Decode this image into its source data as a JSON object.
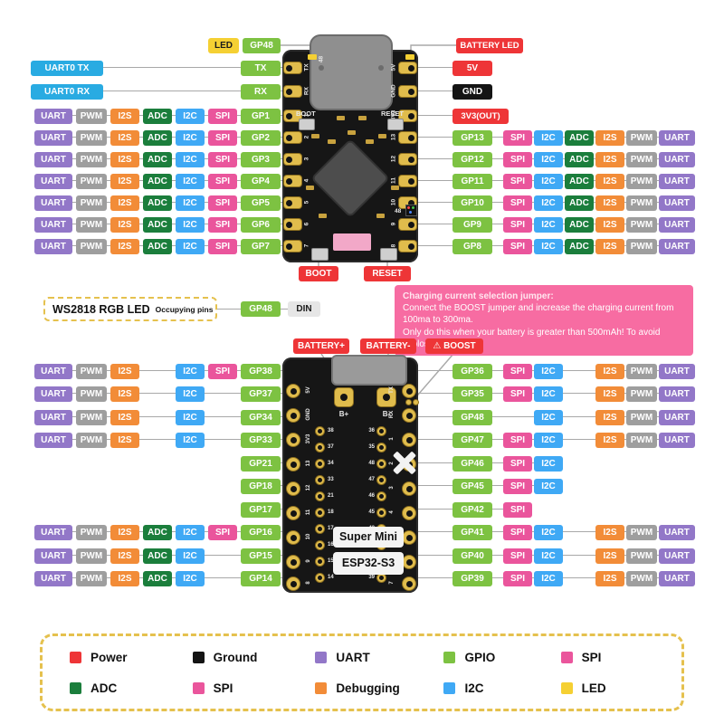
{
  "func_colors": {
    "UART": "#9277C8",
    "PWM": "#9E9E9E",
    "I2S": "#F28C38",
    "ADC": "#1B7E3C",
    "I2C": "#3FA9F5",
    "SPI": "#EA559C"
  },
  "palette": {
    "gpio": "#7DC242",
    "power": "#EE3537",
    "ground": "#141414",
    "led": "#F5D033",
    "uart0": "#29ABE2",
    "din_bg": "#E6E6E6",
    "note_bg": "#F76CA2"
  },
  "front": {
    "top_left": {
      "led": "LED",
      "gp48": "GP48"
    },
    "battery_led": "BATTERY LED",
    "left_rows": [
      {
        "special": "uart0",
        "tag": "UART0 TX",
        "pin": "TX"
      },
      {
        "special": "uart0",
        "tag": "UART0 RX",
        "pin": "RX"
      },
      {
        "pin": "GP1",
        "funcs": [
          "UART",
          "PWM",
          "I2S",
          "ADC",
          "I2C",
          "SPI"
        ]
      },
      {
        "pin": "GP2",
        "funcs": [
          "UART",
          "PWM",
          "I2S",
          "ADC",
          "I2C",
          "SPI"
        ]
      },
      {
        "pin": "GP3",
        "funcs": [
          "UART",
          "PWM",
          "I2S",
          "ADC",
          "I2C",
          "SPI"
        ]
      },
      {
        "pin": "GP4",
        "funcs": [
          "UART",
          "PWM",
          "I2S",
          "ADC",
          "I2C",
          "SPI"
        ]
      },
      {
        "pin": "GP5",
        "funcs": [
          "UART",
          "PWM",
          "I2S",
          "ADC",
          "I2C",
          "SPI"
        ]
      },
      {
        "pin": "GP6",
        "funcs": [
          "UART",
          "PWM",
          "I2S",
          "ADC",
          "I2C",
          "SPI"
        ]
      },
      {
        "pin": "GP7",
        "funcs": [
          "UART",
          "PWM",
          "I2S",
          "ADC",
          "I2C",
          "SPI"
        ]
      }
    ],
    "right_rows": [
      {
        "special": "power",
        "pin": "5V",
        "color": "power"
      },
      {
        "special": "power",
        "pin": "GND",
        "color": "ground"
      },
      {
        "special": "power",
        "pin": "3V3(OUT)",
        "color": "power"
      },
      {
        "pin": "GP13",
        "funcs": [
          "SPI",
          "I2C",
          "ADC",
          "I2S",
          "PWM",
          "UART"
        ]
      },
      {
        "pin": "GP12",
        "funcs": [
          "SPI",
          "I2C",
          "ADC",
          "I2S",
          "PWM",
          "UART"
        ]
      },
      {
        "pin": "GP11",
        "funcs": [
          "SPI",
          "I2C",
          "ADC",
          "I2S",
          "PWM",
          "UART"
        ]
      },
      {
        "pin": "GP10",
        "funcs": [
          "SPI",
          "I2C",
          "ADC",
          "I2S",
          "PWM",
          "UART"
        ]
      },
      {
        "pin": "GP9",
        "funcs": [
          "SPI",
          "I2C",
          "ADC",
          "I2S",
          "PWM",
          "UART"
        ]
      },
      {
        "pin": "GP8",
        "funcs": [
          "SPI",
          "I2C",
          "ADC",
          "I2S",
          "PWM",
          "UART"
        ]
      }
    ],
    "buttons": {
      "boot": "BOOT",
      "reset": "RESET"
    },
    "board_texts": {
      "boot": "BOOT",
      "reset": "RESET",
      "left_pins": [
        "TX",
        "RX",
        "1",
        "2",
        "3",
        "4",
        "5",
        "6",
        "7"
      ],
      "right_pins": [
        "5V",
        "GND",
        "3V3",
        "13",
        "12",
        "11",
        "10",
        "9",
        "8"
      ],
      "led48": "48",
      "rgb48": "48"
    }
  },
  "back": {
    "top_labels": {
      "bplus": "BATTERY+",
      "bminus": "BATTERY-",
      "boost": "⚠ BOOST"
    },
    "left_rows": [
      {
        "pin": "GP38",
        "funcs": [
          "UART",
          "PWM",
          "I2S",
          "I2C",
          "SPI"
        ]
      },
      {
        "pin": "GP37",
        "funcs": [
          "UART",
          "PWM",
          "I2S",
          "I2C"
        ]
      },
      {
        "pin": "GP34",
        "funcs": [
          "UART",
          "PWM",
          "I2S",
          "I2C"
        ]
      },
      {
        "pin": "GP33",
        "funcs": [
          "UART",
          "PWM",
          "I2S",
          "I2C"
        ]
      },
      {
        "pin": "GP21",
        "funcs": []
      },
      {
        "pin": "GP18",
        "funcs": []
      },
      {
        "pin": "GP17",
        "funcs": []
      },
      {
        "pin": "GP16",
        "funcs": [
          "UART",
          "PWM",
          "I2S",
          "ADC",
          "I2C",
          "SPI"
        ]
      },
      {
        "pin": "GP15",
        "funcs": [
          "UART",
          "PWM",
          "I2S",
          "ADC",
          "I2C"
        ]
      },
      {
        "pin": "GP14",
        "funcs": [
          "UART",
          "PWM",
          "I2S",
          "ADC",
          "I2C"
        ]
      }
    ],
    "right_rows": [
      {
        "pin": "GP36",
        "funcs": [
          "SPI",
          "I2C",
          "I2S",
          "PWM",
          "UART"
        ]
      },
      {
        "pin": "GP35",
        "funcs": [
          "SPI",
          "I2C",
          "I2S",
          "PWM",
          "UART"
        ]
      },
      {
        "pin": "GP48",
        "funcs": [
          "I2C",
          "I2S",
          "PWM",
          "UART"
        ]
      },
      {
        "pin": "GP47",
        "funcs": [
          "SPI",
          "I2C",
          "I2S",
          "PWM",
          "UART"
        ]
      },
      {
        "pin": "GP46",
        "funcs": [
          "SPI",
          "I2C"
        ]
      },
      {
        "pin": "GP45",
        "funcs": [
          "SPI",
          "I2C"
        ]
      },
      {
        "pin": "GP42",
        "funcs": [
          "SPI"
        ]
      },
      {
        "pin": "GP41",
        "funcs": [
          "SPI",
          "I2C",
          "I2S",
          "PWM",
          "UART"
        ]
      },
      {
        "pin": "GP40",
        "funcs": [
          "SPI",
          "I2C",
          "I2S",
          "PWM",
          "UART"
        ]
      },
      {
        "pin": "GP39",
        "funcs": [
          "SPI",
          "I2C",
          "I2S",
          "PWM",
          "UART"
        ]
      }
    ],
    "board_texts": {
      "bplus": "B+",
      "bminus": "B-",
      "left_edge": [
        "5V",
        "GND",
        "3V3",
        "13",
        "12",
        "11",
        "10",
        "9",
        "8"
      ],
      "right_edge": [
        "TX",
        "RX",
        "1",
        "2",
        "3",
        "4",
        "5",
        "6",
        "7"
      ],
      "center_left": [
        "38",
        "37",
        "34",
        "33",
        "21",
        "18",
        "17",
        "16",
        "15",
        "14"
      ],
      "center_right": [
        "36",
        "35",
        "48",
        "47",
        "46",
        "45",
        "42",
        "41",
        "40",
        "39"
      ],
      "silk": [
        "Super Mini",
        "ESP32-S3"
      ]
    }
  },
  "ws2818": {
    "title": "WS2818 RGB LED",
    "subtitle": "Occupying pins",
    "pin": "GP48",
    "din": "DIN"
  },
  "note": {
    "lines": [
      "Charging current selection jumper:",
      "Connect the BOOST jumper and increase the charging current from 100ma to 300ma.",
      "Only do this when your battery is greater than 500mAh! To avoid explosions."
    ]
  },
  "legend": {
    "items": [
      {
        "label": "Power",
        "color": "#EE3537"
      },
      {
        "label": "Ground",
        "color": "#141414"
      },
      {
        "label": "UART",
        "color": "#9277C8"
      },
      {
        "label": "GPIO",
        "color": "#7DC242"
      },
      {
        "label": "SPI",
        "color": "#EA559C"
      },
      {
        "label": "ADC",
        "color": "#1B7E3C"
      },
      {
        "label": "SPI",
        "color": "#EA559C"
      },
      {
        "label": "Debugging",
        "color": "#F28C38"
      },
      {
        "label": "I2C",
        "color": "#3FA9F5"
      },
      {
        "label": "LED",
        "color": "#F5D033"
      }
    ]
  }
}
